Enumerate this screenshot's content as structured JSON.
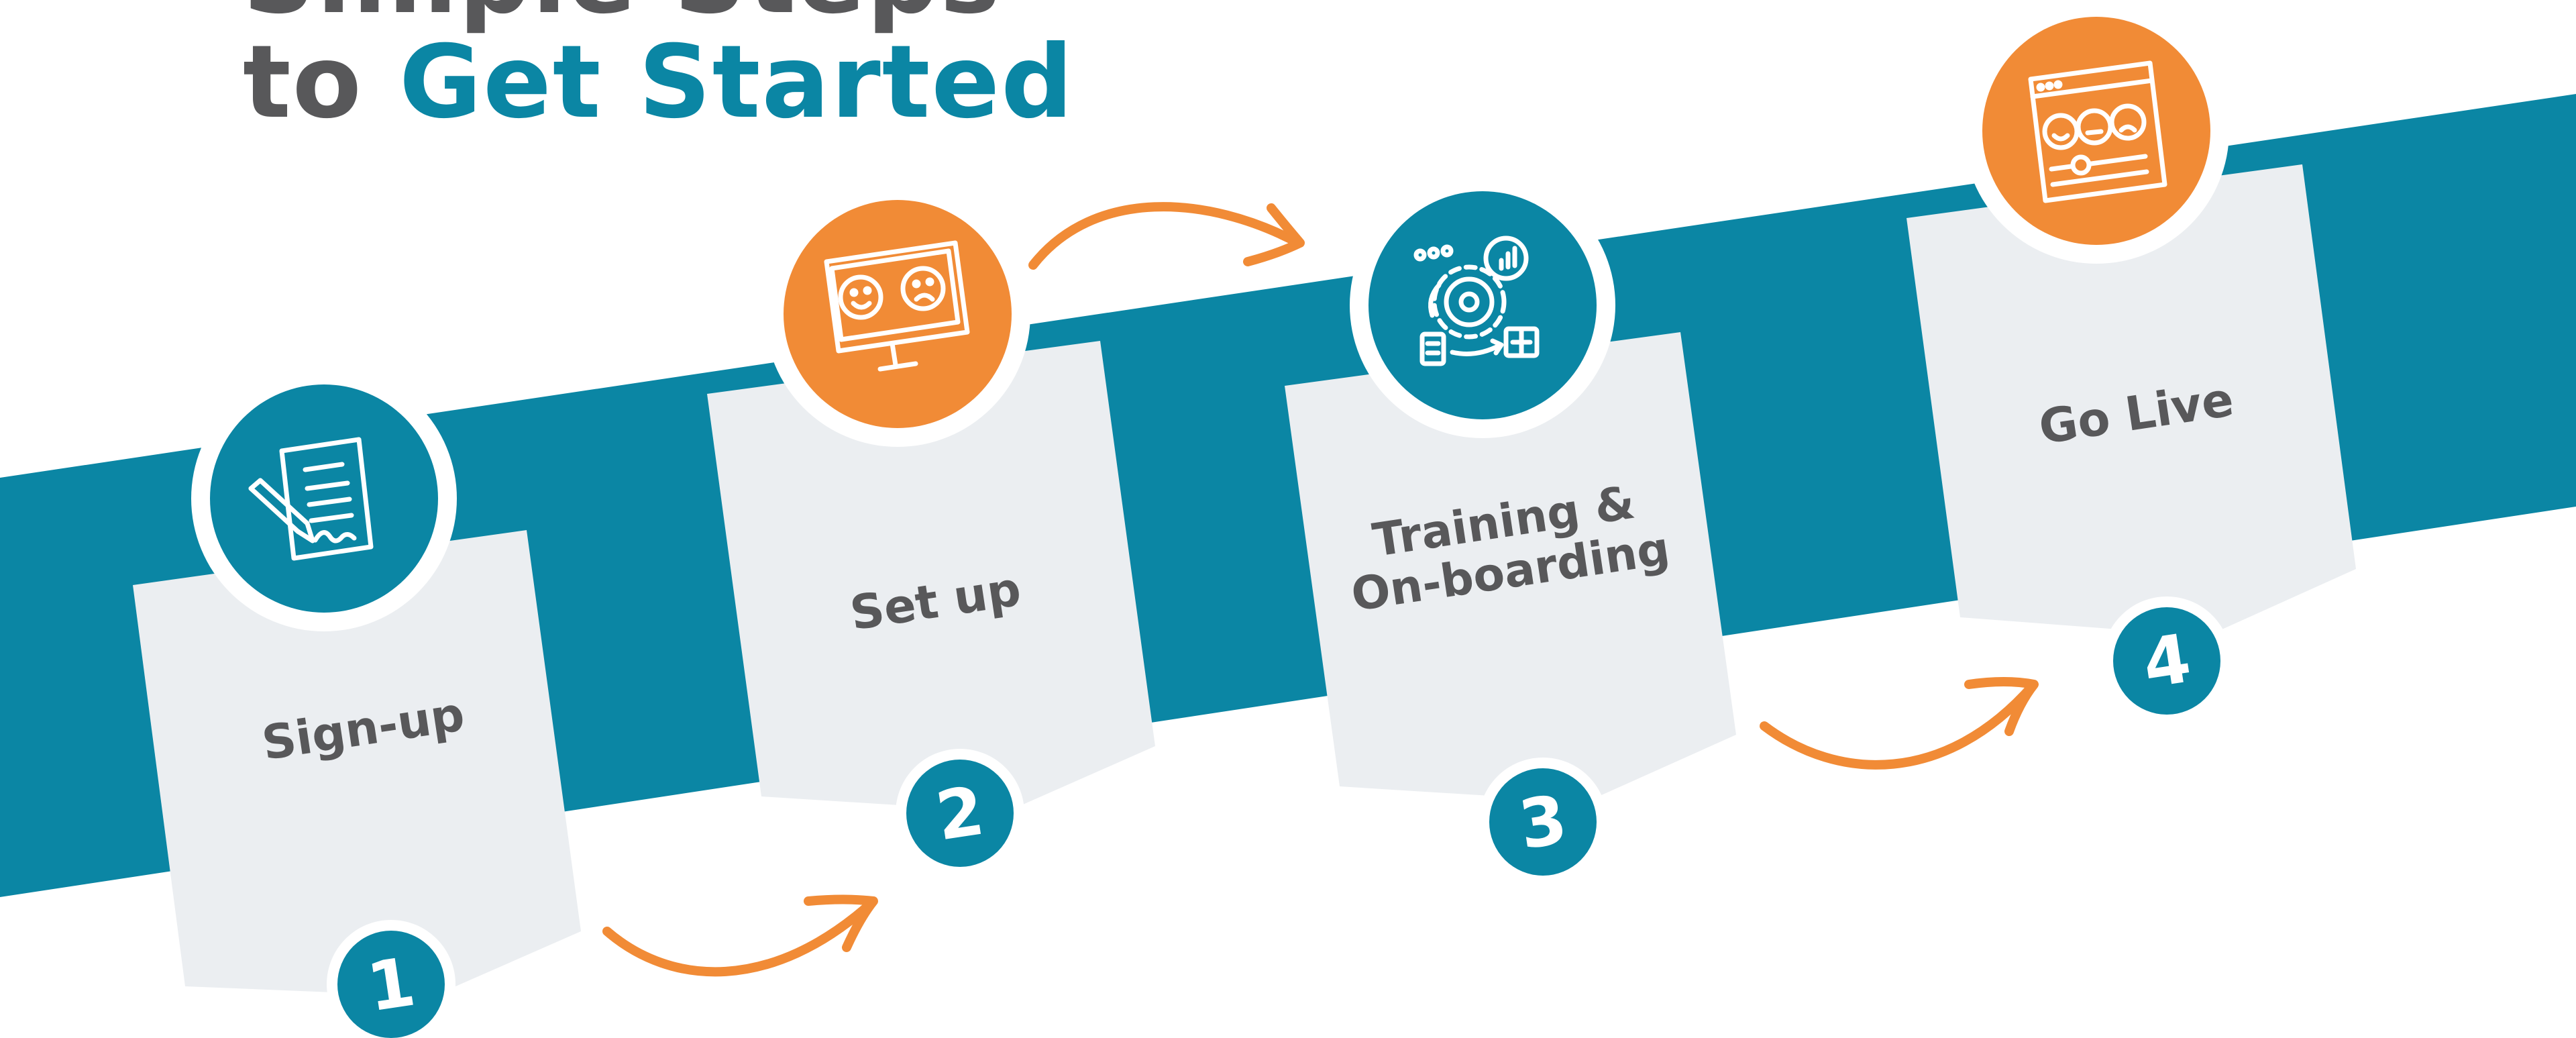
{
  "heading": {
    "line1": "Simple Steps",
    "line2_prefix": "to ",
    "line2_highlight": "Get Started"
  },
  "colors": {
    "teal": "#0b86a4",
    "orange": "#f18b36",
    "card": "#ebeef1",
    "dark_text": "#58585a"
  },
  "steps": [
    {
      "number": "1",
      "label": "Sign-up",
      "icon": "contract-signing-icon"
    },
    {
      "number": "2",
      "label": "Set up",
      "icon": "feedback-monitor-icon"
    },
    {
      "number": "3",
      "label_line1": "Training &",
      "label_line2": "On-boarding",
      "icon": "process-gear-icon"
    },
    {
      "number": "4",
      "label": "Go Live",
      "icon": "rating-window-icon"
    }
  ]
}
